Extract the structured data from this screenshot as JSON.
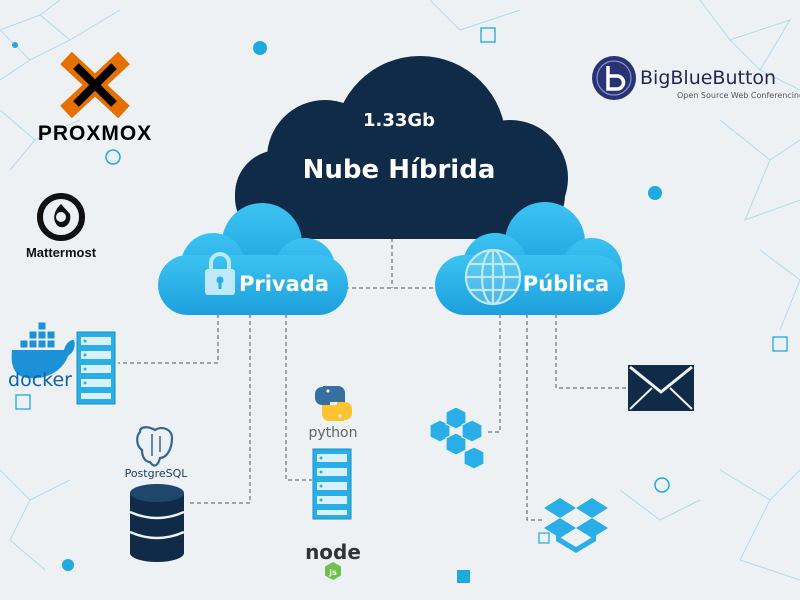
{
  "hybrid_cloud": {
    "size": "1.33Gb",
    "label": "Nube Híbrida"
  },
  "private_cloud": {
    "label": "Privada"
  },
  "public_cloud": {
    "label": "Pública"
  },
  "logos": {
    "proxmox": "PROXMOX",
    "mattermost": "Mattermost",
    "docker": "docker",
    "postgresql": "PostgreSQL",
    "python": "python",
    "node": "node",
    "node_js": "js",
    "bigbluebutton": "BigBlueButton",
    "bigbluebutton_tagline": "Open Source Web Conferencing"
  },
  "icons": [
    "proxmox-logo",
    "mattermost-logo",
    "docker-logo",
    "server-icon",
    "database-icon",
    "postgresql-logo",
    "python-logo",
    "nodejs-logo",
    "bigbluebutton-logo",
    "lock-icon",
    "globe-icon",
    "cubes-icon",
    "dropbox-icon",
    "envelope-icon"
  ],
  "colors": {
    "background": "#eef1f4",
    "dark_navy": "#0f2b47",
    "cloud_blue": "#27aee8",
    "server_blue": "#2aaee7",
    "proxmox_orange": "#e57000",
    "connector": "#4a5561",
    "decoration": "#1fa9e1"
  }
}
